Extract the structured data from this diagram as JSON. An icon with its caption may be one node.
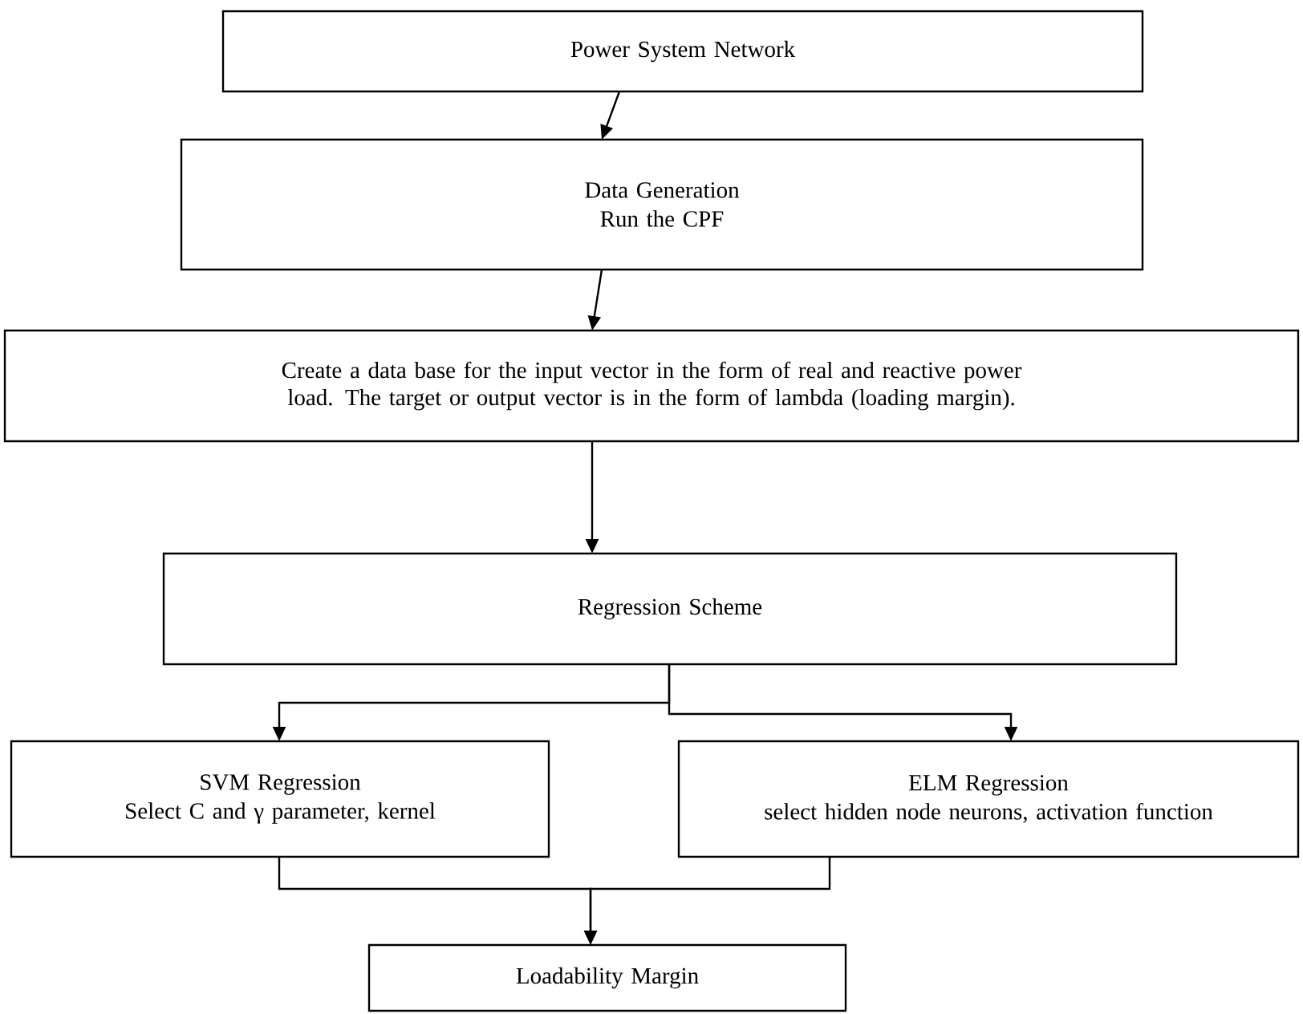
{
  "diagram": {
    "nodes": [
      {
        "text": [
          "Power System Network"
        ]
      },
      {
        "text": [
          "Data Generation",
          "Run the CPF"
        ]
      },
      {
        "text": [
          "Create a data base for the input vector in the form of real and reactive power load. The target or output vector is in the form of lambda (loading margin)."
        ]
      },
      {
        "text": [
          "Regression Scheme"
        ]
      },
      {
        "text": [
          "SVM Regression",
          "Select C and γ parameter, kernel"
        ]
      },
      {
        "text": [
          "ELM Regression",
          "select hidden node neurons, activation function"
        ]
      },
      {
        "text": [
          "Loadability Margin"
        ]
      }
    ],
    "edges": [
      {
        "from": 0,
        "to": 1,
        "arrow": "to"
      },
      {
        "from": 1,
        "to": 2,
        "arrow": "to"
      },
      {
        "from": 2,
        "to": 3,
        "arrow": "to"
      },
      {
        "from": 3,
        "to": 4,
        "arrow": "to"
      },
      {
        "from": 3,
        "to": 5,
        "arrow": "to"
      },
      {
        "from": 4,
        "to": 6,
        "arrow": "to"
      },
      {
        "from": 5,
        "to": 6,
        "arrow": "to"
      }
    ]
  }
}
